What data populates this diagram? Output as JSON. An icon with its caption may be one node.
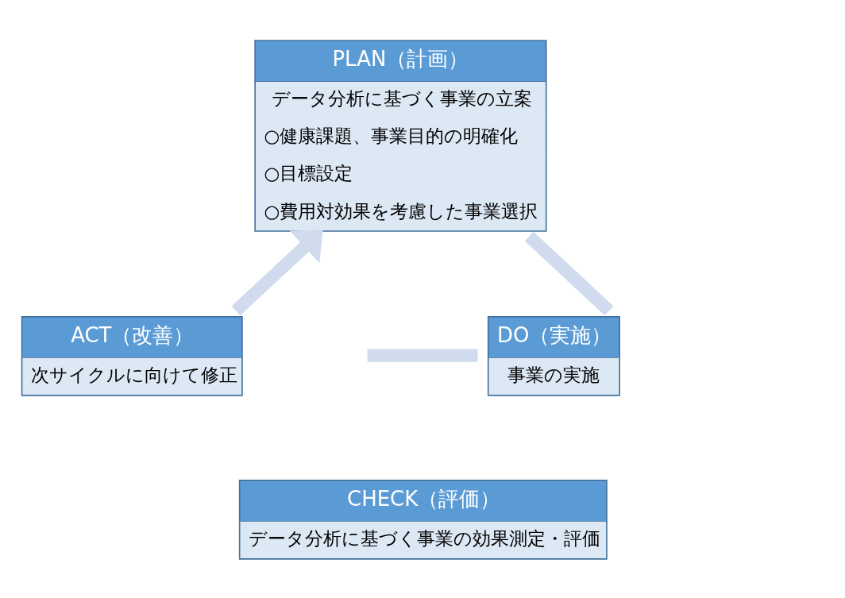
{
  "diagram": {
    "nodes": [
      {
        "text": [
          "PLAN（計画）",
          "データ分析に基づく事業の立案",
          "○健康課題、事業目的の明確化",
          "○目標設定",
          "○費用対効果を考慮した事業選択"
        ]
      },
      {
        "text": [
          "ACT（改善）",
          "次サイクルに向けて修正"
        ]
      },
      {
        "text": [
          "DO（実施）",
          "事業の実施"
        ]
      },
      {
        "text": [
          "CHECK（評価）",
          "データ分析に基づく事業の効果測定・評価"
        ]
      }
    ],
    "edges": [
      {
        "from": 0,
        "to": 2,
        "arrow": "none"
      },
      {
        "from": 2,
        "to": 1,
        "arrow": "none"
      },
      {
        "from": 1,
        "to": 0,
        "arrow": "to"
      }
    ]
  }
}
